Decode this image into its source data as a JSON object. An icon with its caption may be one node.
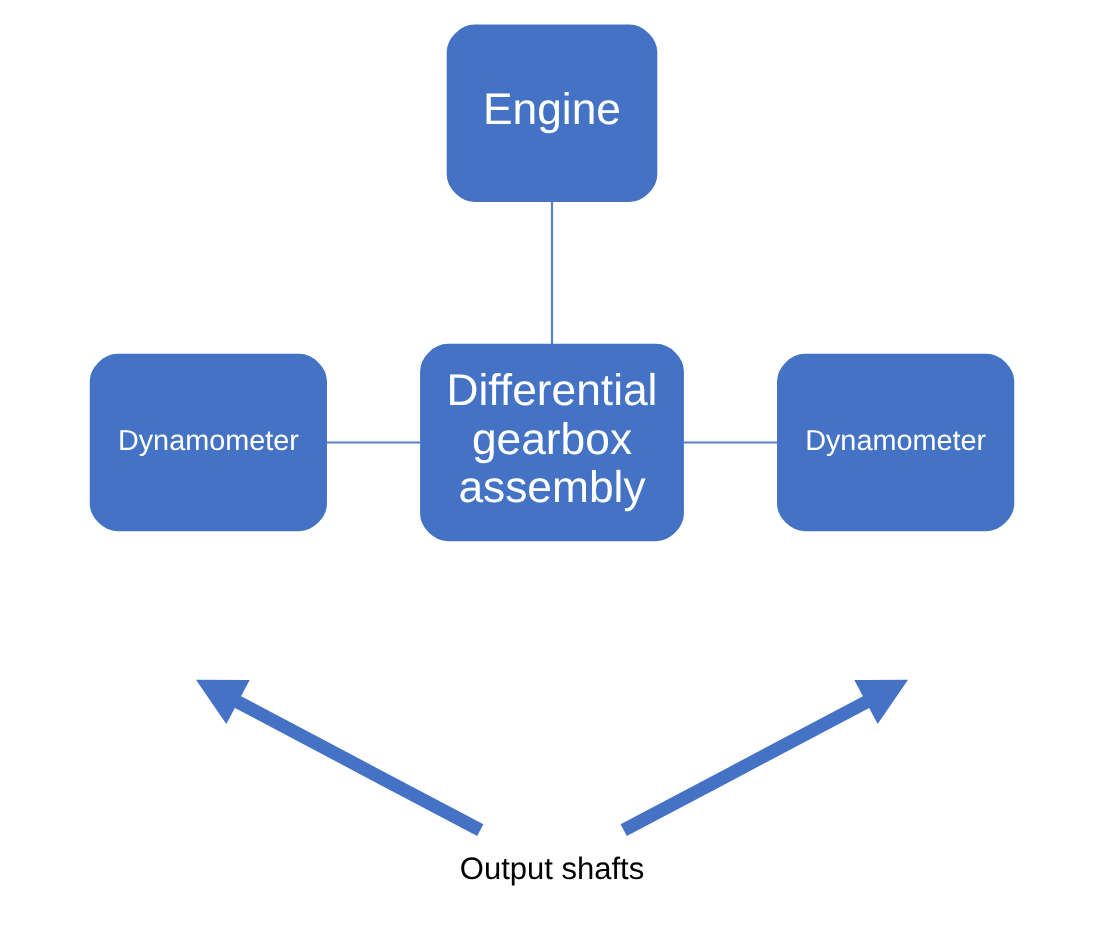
{
  "diagram": {
    "nodes": [
      {
        "text": [
          "Engine"
        ]
      },
      {
        "text": [
          "Dynamometer"
        ]
      },
      {
        "text": [
          "Differential gearbox assembly"
        ]
      },
      {
        "text": [
          "Dynamometer"
        ]
      },
      {
        "text": [
          "Output shafts"
        ]
      }
    ],
    "edges": [
      {
        "from": 0,
        "to": 2,
        "arrow": "none"
      },
      {
        "from": 1,
        "to": 2,
        "arrow": "none"
      },
      {
        "from": 2,
        "to": 3,
        "arrow": "none"
      },
      {
        "from": 4,
        "to": null,
        "arrow": "to",
        "style": "thick"
      },
      {
        "from": 4,
        "to": null,
        "arrow": "to",
        "style": "thick"
      }
    ]
  }
}
